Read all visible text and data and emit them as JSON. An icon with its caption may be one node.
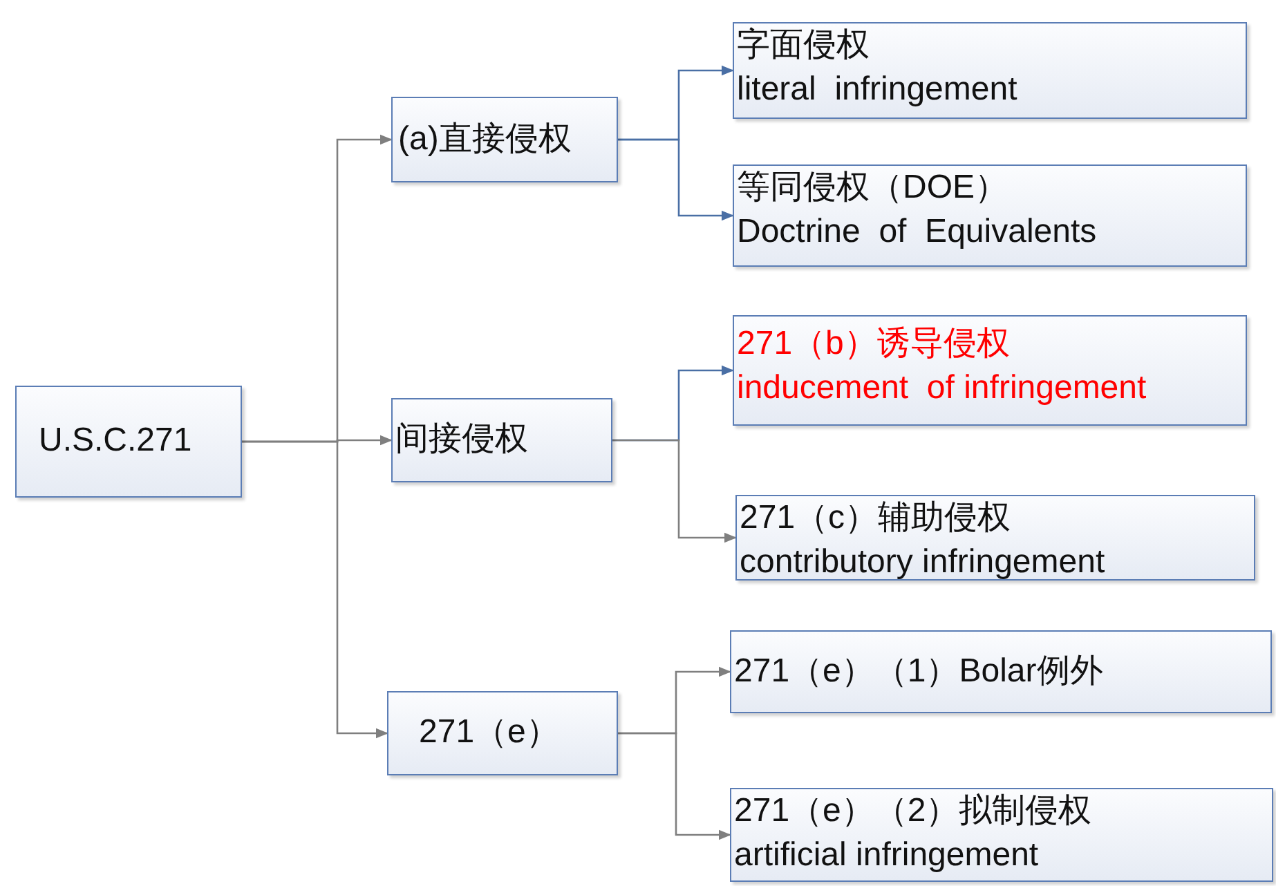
{
  "diagram": {
    "nodes": [
      {
        "text": [
          "U.S.C.271"
        ]
      },
      {
        "text": [
          "(a)直接侵权"
        ]
      },
      {
        "text": [
          "间接侵权"
        ]
      },
      {
        "text": [
          "271（e）"
        ]
      },
      {
        "text": [
          "字面侵权",
          "literal  infringement"
        ]
      },
      {
        "text": [
          "等同侵权（DOE）",
          "Doctrine  of  Equivalents"
        ]
      },
      {
        "text": [
          "271（b）诱导侵权",
          "inducement  of infringement"
        ]
      },
      {
        "text": [
          "271（c）辅助侵权",
          "contributory infringement"
        ]
      },
      {
        "text": [
          "271（e）（1）Bolar例外"
        ]
      },
      {
        "text": [
          "271（e）（2）拟制侵权",
          "artificial infringement"
        ]
      }
    ],
    "edges": [
      {
        "from": 0,
        "to": 1,
        "arrow": "to"
      },
      {
        "from": 0,
        "to": 2,
        "arrow": "to"
      },
      {
        "from": 0,
        "to": 3,
        "arrow": "to"
      },
      {
        "from": 1,
        "to": 4,
        "arrow": "to",
        "color": "#4a6fa5"
      },
      {
        "from": 1,
        "to": 5,
        "arrow": "to",
        "color": "#4a6fa5"
      },
      {
        "from": 2,
        "to": 6,
        "arrow": "to",
        "color": "#4a6fa5"
      },
      {
        "from": 2,
        "to": 7,
        "arrow": "to"
      },
      {
        "from": 3,
        "to": 8,
        "arrow": "to"
      },
      {
        "from": 3,
        "to": 9,
        "arrow": "to"
      }
    ]
  }
}
